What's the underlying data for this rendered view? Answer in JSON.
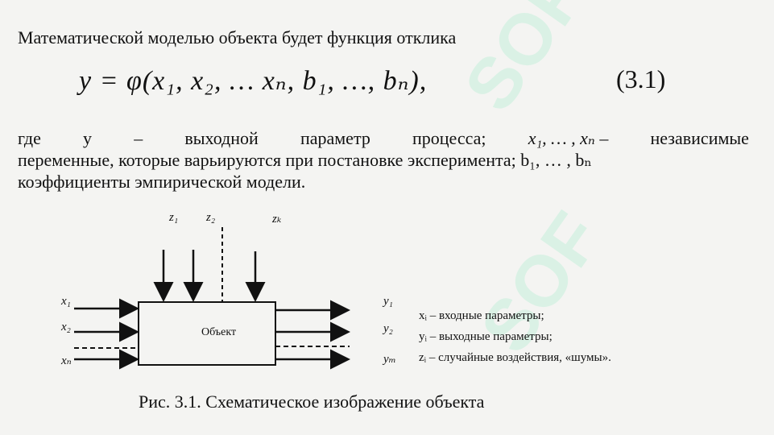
{
  "intro": "Математической моделью объекта будет функция отклика",
  "formula": "y = φ(x₁, x₂, … xₙ, b₁, …, bₙ),",
  "equation_number": "(3.1)",
  "para_line1": [
    "где",
    "у",
    "–",
    "выходной",
    "параметр",
    "процесса;",
    "x₁, … , xₙ –",
    "независимые"
  ],
  "para_line2": "переменные, которые варьируются при постановке эксперимента; b₁, … , bₙ",
  "para_line3": "коэффициенты эмпирической модели.",
  "diagram": {
    "box_label": "Объект",
    "z_labels": [
      "z₁",
      "z₂",
      "zₖ"
    ],
    "x_labels": [
      "x₁",
      "x₂",
      "xₙ"
    ],
    "y_labels": [
      "y₁",
      "y₂",
      "yₘ"
    ],
    "legend": [
      "xᵢ – входные параметры;",
      "yᵢ – выходные параметры;",
      "zᵢ – случайные воздействия, «шумы»."
    ]
  },
  "caption": "Рис. 3.1. Схематическое изображение объекта",
  "watermark": "SOF"
}
